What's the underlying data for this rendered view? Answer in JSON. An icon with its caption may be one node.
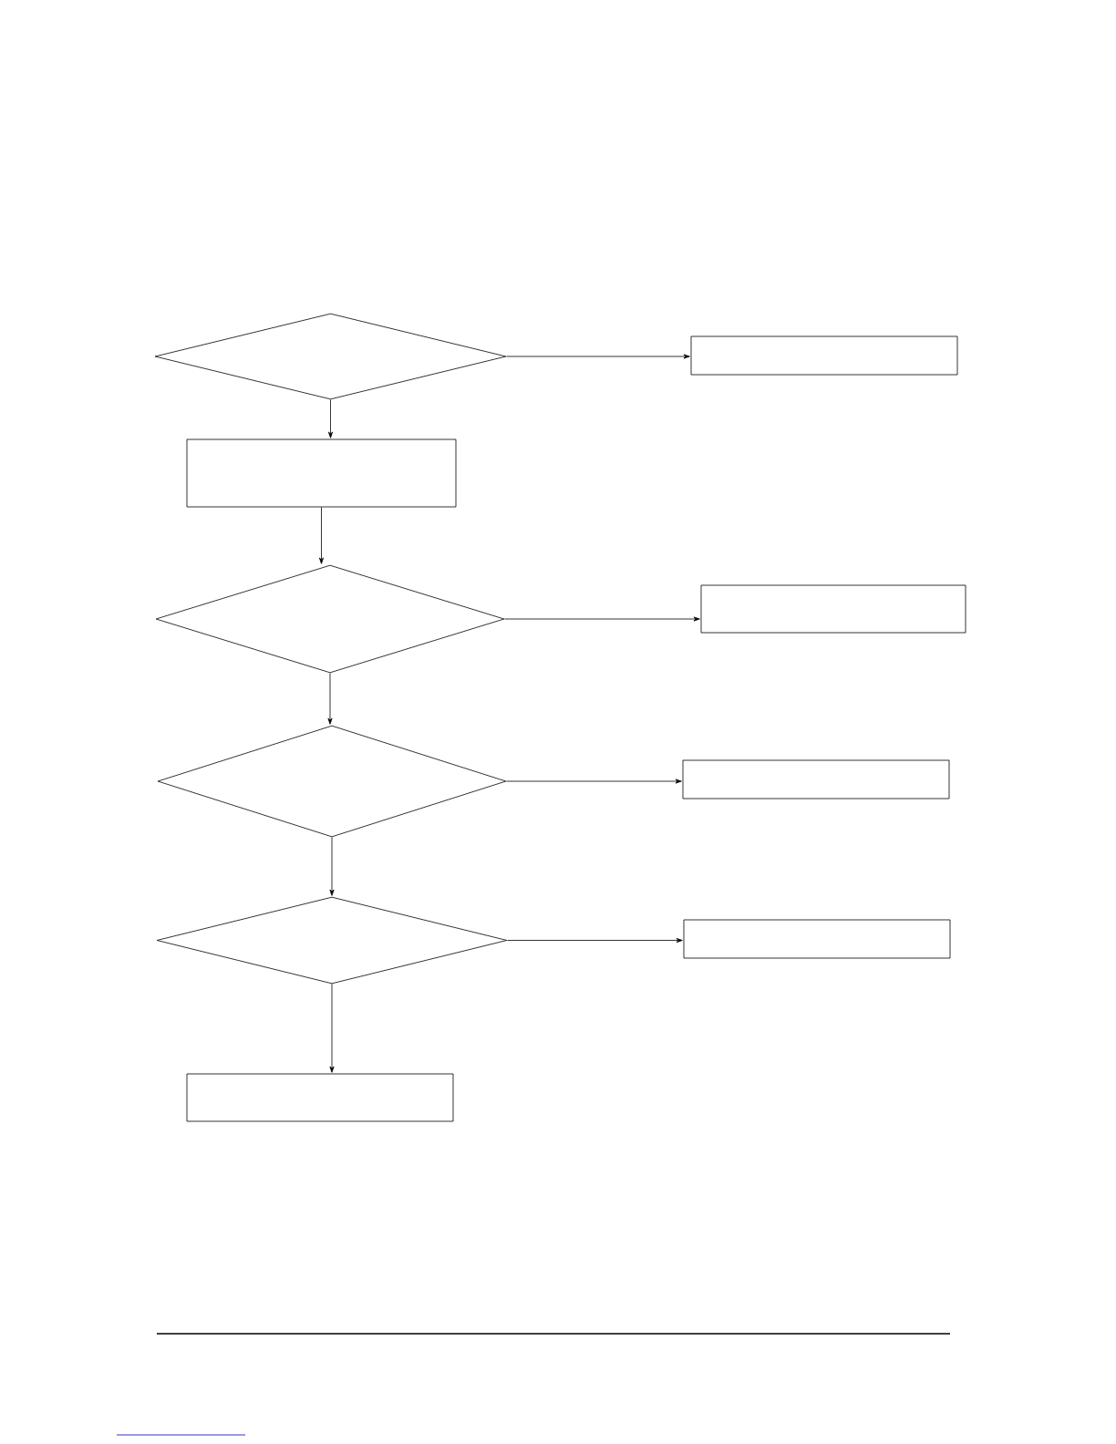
{
  "diagram": {
    "nodes": [
      {
        "text": [],
        "shape": "diamond"
      },
      {
        "text": [],
        "shape": "box"
      },
      {
        "text": [],
        "shape": "box"
      },
      {
        "text": [],
        "shape": "diamond"
      },
      {
        "text": [],
        "shape": "box"
      },
      {
        "text": [],
        "shape": "diamond"
      },
      {
        "text": [],
        "shape": "box"
      },
      {
        "text": [],
        "shape": "diamond"
      },
      {
        "text": [],
        "shape": "box"
      },
      {
        "text": [],
        "shape": "box"
      }
    ],
    "edges": [
      {
        "from": 0,
        "to": 1,
        "arrow": "to"
      },
      {
        "from": 0,
        "to": 2,
        "arrow": "to"
      },
      {
        "from": 2,
        "to": 3,
        "arrow": "to"
      },
      {
        "from": 3,
        "to": 4,
        "arrow": "to"
      },
      {
        "from": 3,
        "to": 5,
        "arrow": "to"
      },
      {
        "from": 5,
        "to": 6,
        "arrow": "to"
      },
      {
        "from": 5,
        "to": 7,
        "arrow": "to"
      },
      {
        "from": 7,
        "to": 8,
        "arrow": "to"
      },
      {
        "from": 7,
        "to": 9,
        "arrow": "to"
      }
    ]
  }
}
